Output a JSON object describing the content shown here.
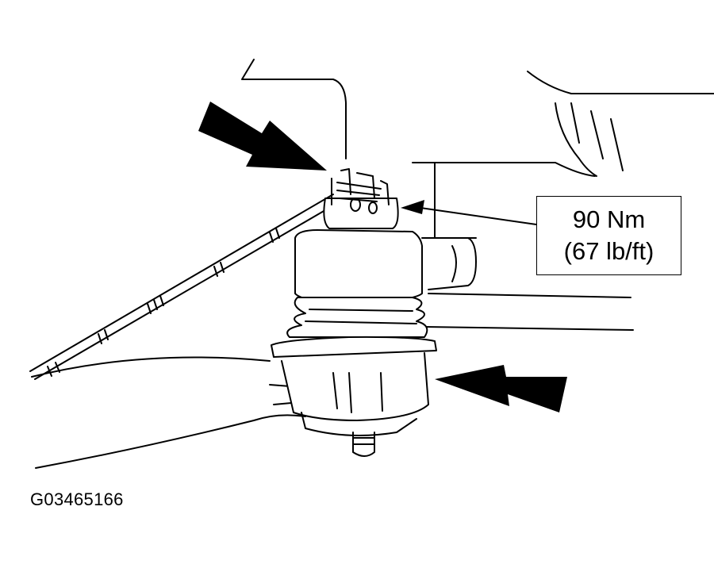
{
  "callout": {
    "torque_metric": "90 Nm",
    "torque_imperial": "(67 lb/ft)"
  },
  "figure_id": "G03465166",
  "icons": [
    "arrow-upper-left",
    "arrow-lower-right",
    "pointer-arrow"
  ]
}
